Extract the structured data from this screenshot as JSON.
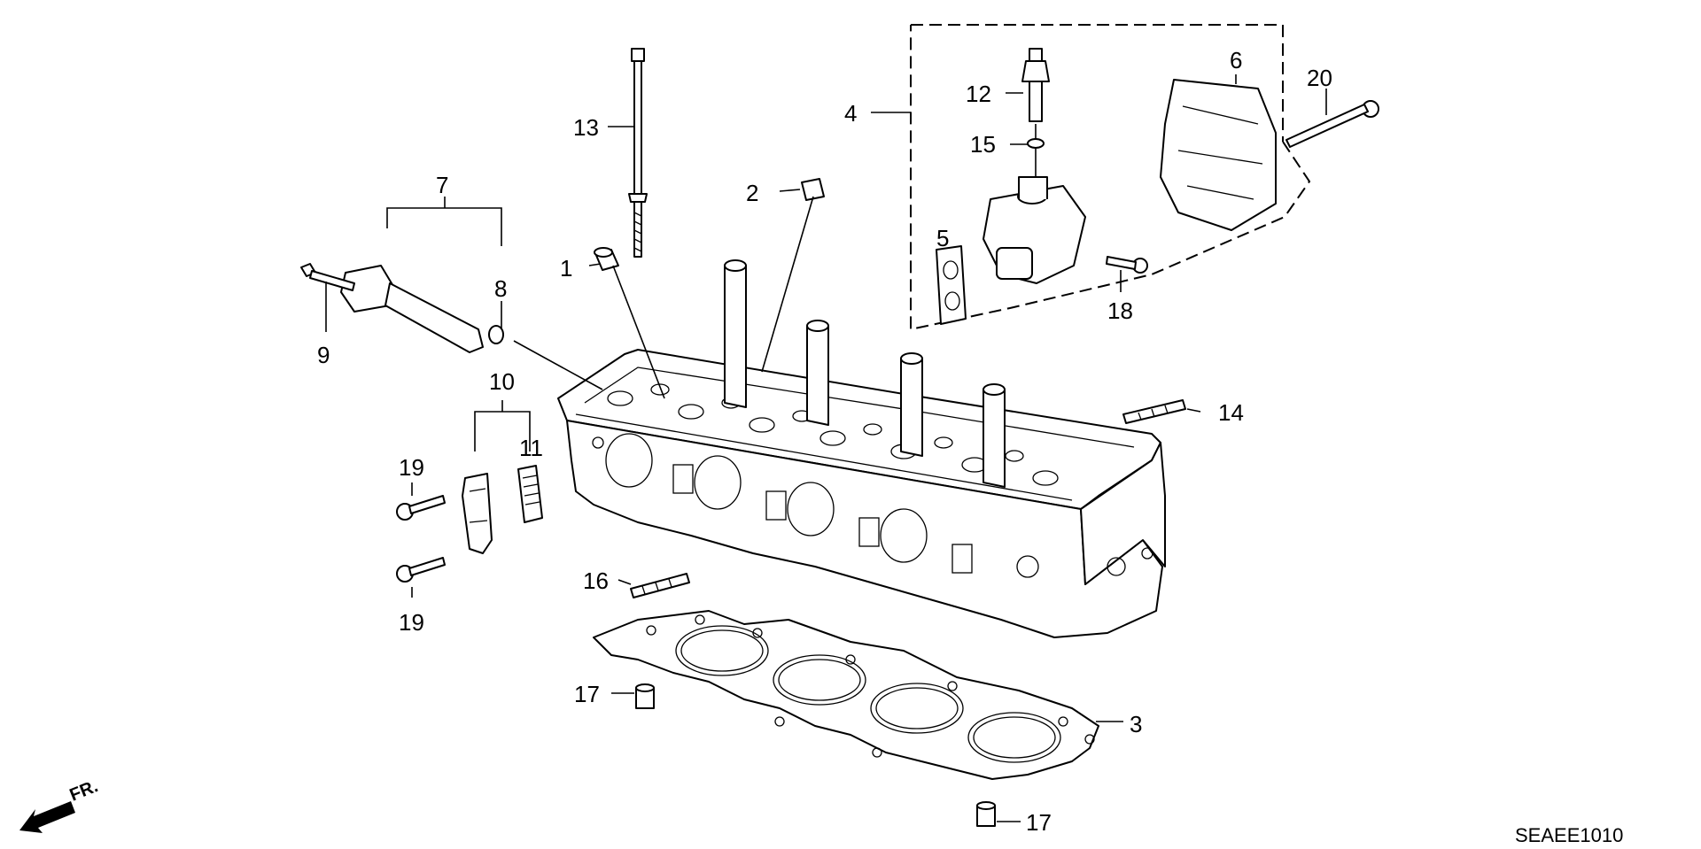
{
  "diagram_code": "SEAEE1010",
  "front_indicator": "FR.",
  "callouts": {
    "c1": "1",
    "c2": "2",
    "c3": "3",
    "c4": "4",
    "c5": "5",
    "c6": "6",
    "c7": "7",
    "c8": "8",
    "c9": "9",
    "c10": "10",
    "c11": "11",
    "c12": "12",
    "c13": "13",
    "c14": "14",
    "c15": "15",
    "c16": "16",
    "c17a": "17",
    "c17b": "17",
    "c18": "18",
    "c19a": "19",
    "c19b": "19",
    "c20": "20"
  }
}
